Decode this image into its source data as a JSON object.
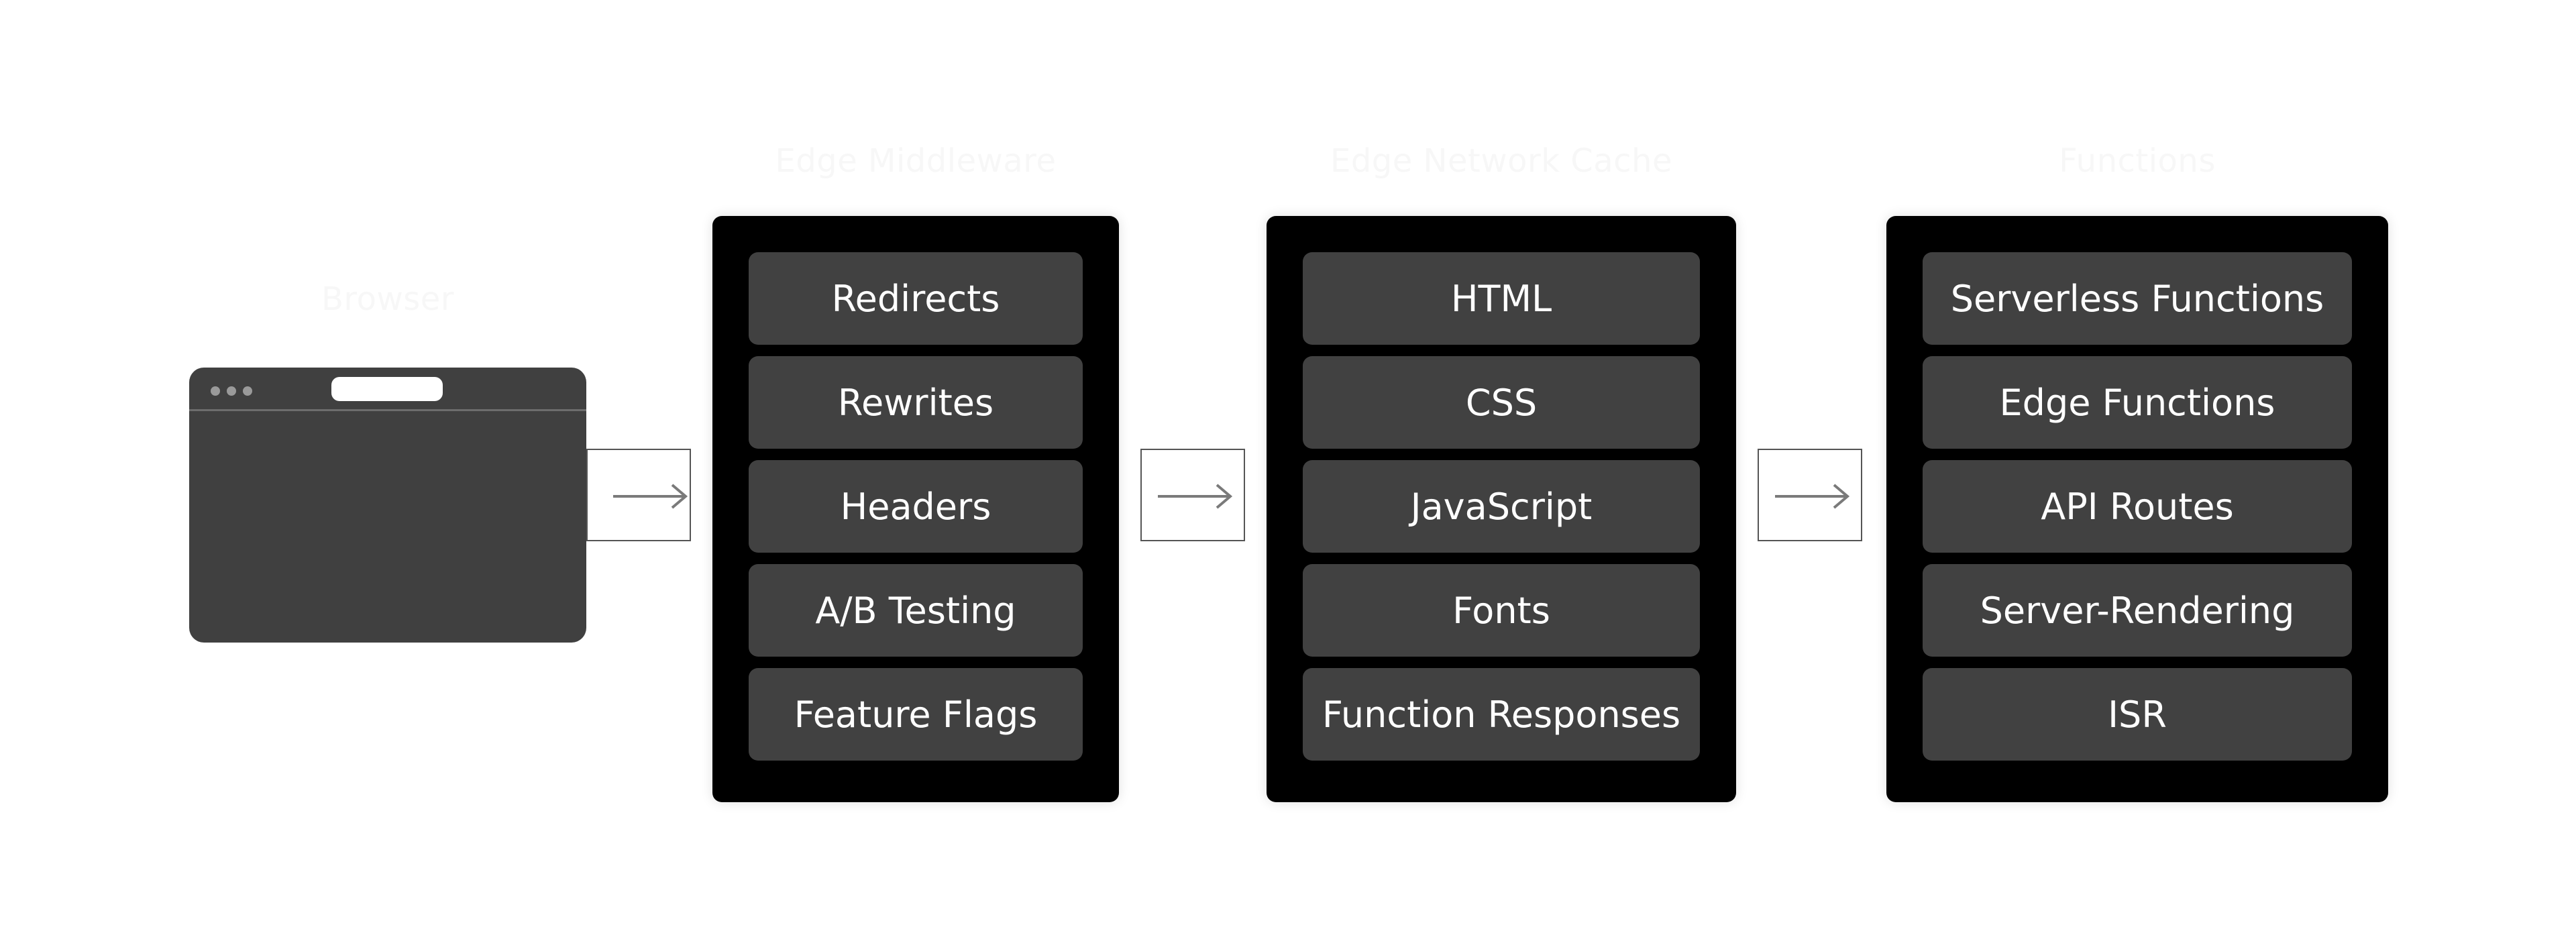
{
  "headings": {
    "browser": "Browser",
    "middleware": "Edge Middleware",
    "cache": "Edge Network Cache",
    "functions": "Functions"
  },
  "stages": [
    {
      "items": [
        "Redirects",
        "Rewrites",
        "Headers",
        "A/B Testing",
        "Feature Flags"
      ]
    },
    {
      "items": [
        "HTML",
        "CSS",
        "JavaScript",
        "Fonts",
        "Function Responses"
      ]
    },
    {
      "items": [
        "Serverless Functions",
        "Edge Functions",
        "API Routes",
        "Server-Rendering",
        "ISR"
      ]
    }
  ],
  "icons": {
    "arrow": "arrow-right-icon"
  },
  "colors": {
    "background": "#ffffff",
    "panel": "#000000",
    "item": "#414141",
    "browser": "#404040",
    "faint_heading": "#f7f7f7"
  }
}
